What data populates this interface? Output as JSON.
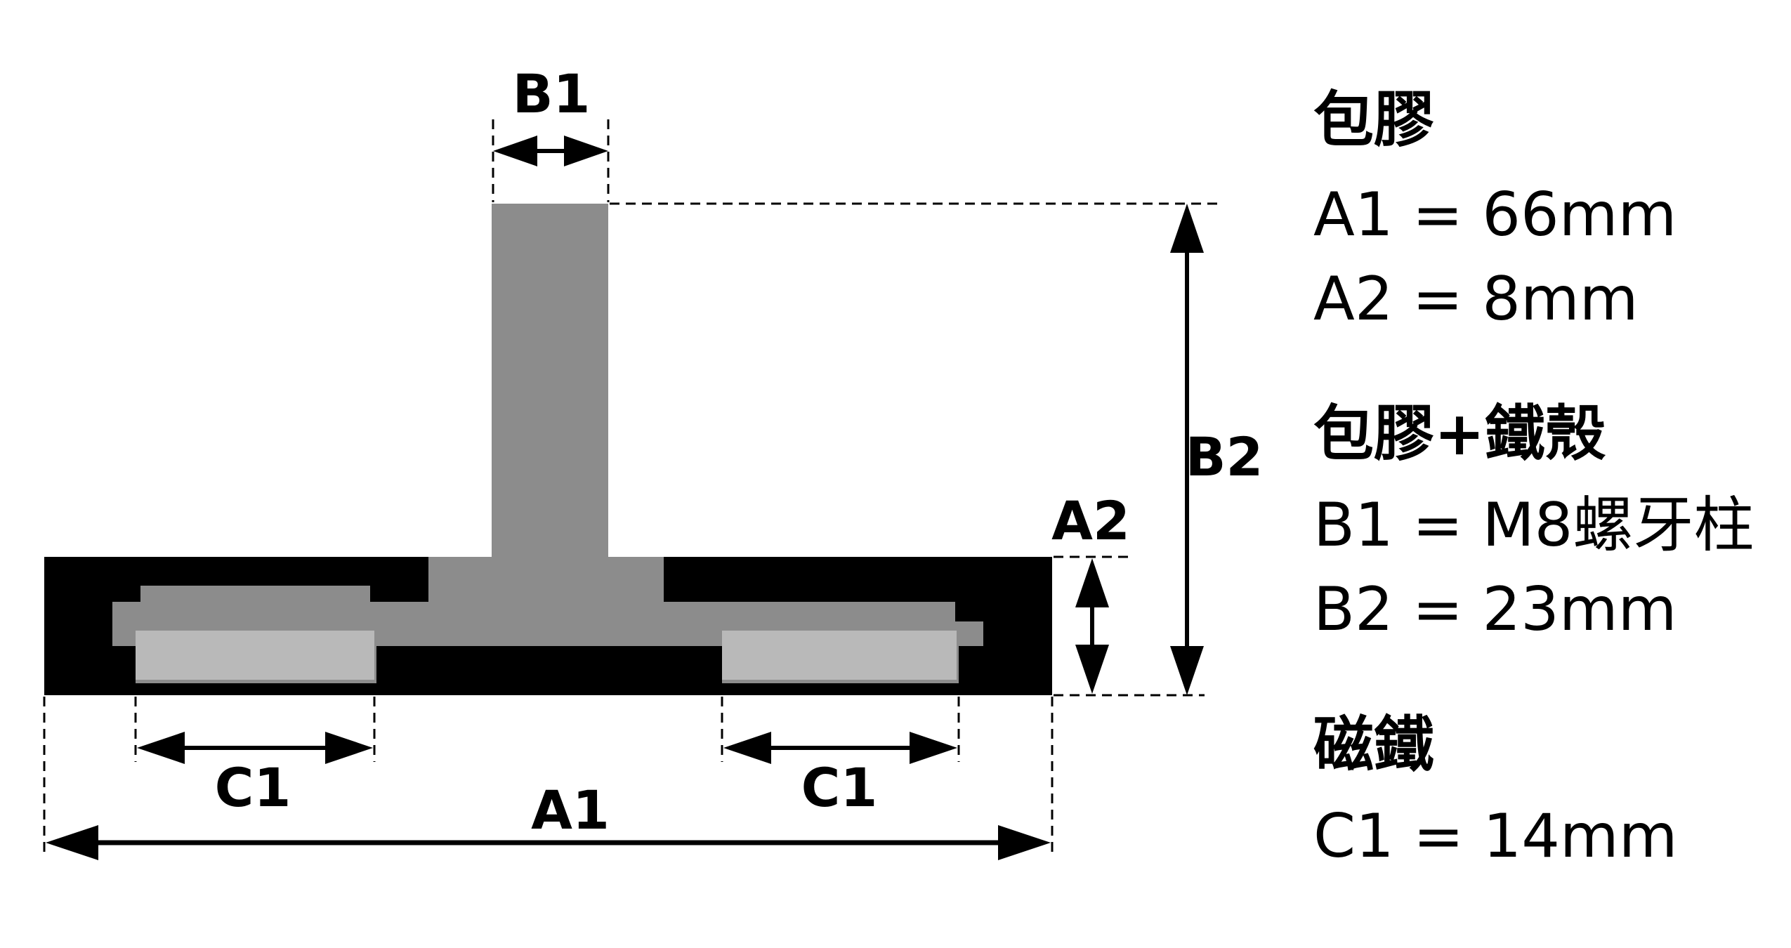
{
  "diagram": {
    "labels": {
      "b1": "B1",
      "b2": "B2",
      "a1": "A1",
      "a2": "A2",
      "c1_left": "C1",
      "c1_right": "C1"
    },
    "colors": {
      "outer_rubber": "#000000",
      "steel_shell": "#8c8c8c",
      "magnet": "#b9b9b9",
      "lines": "#000000",
      "background": "#ffffff"
    }
  },
  "specs": {
    "group1": {
      "title": "包膠",
      "line1": "A1 = 66mm",
      "line2": "A2 = 8mm"
    },
    "group2": {
      "title": "包膠+鐵殼",
      "line1": "B1 = M8螺牙柱",
      "line2": "B2 = 23mm"
    },
    "group3": {
      "title": "磁鐵",
      "line1": "C1 = 14mm"
    }
  }
}
